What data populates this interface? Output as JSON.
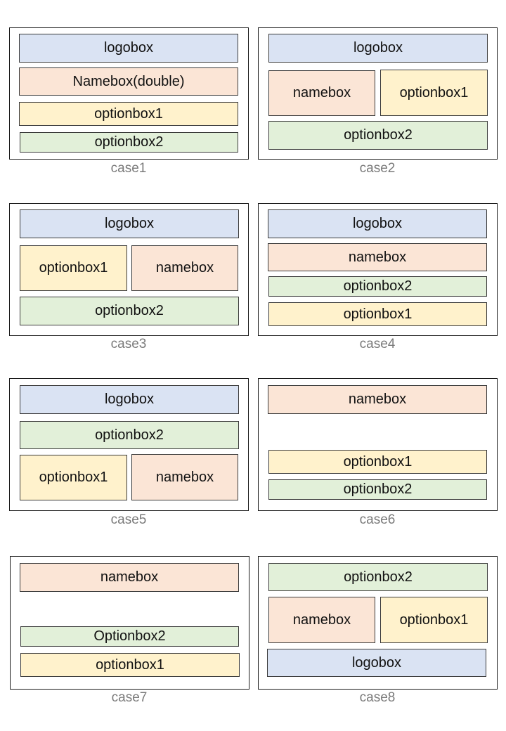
{
  "colors": {
    "logobox": "#dae3f3",
    "namebox": "#fbe5d6",
    "optionbox1": "#fff2cc",
    "optionbox2": "#e2f0d9",
    "frame_border": "#1a1a1a",
    "caption": "#7a7a7a"
  },
  "cases": [
    {
      "caption": "case1",
      "boxes": [
        {
          "type": "logobox",
          "label": "logobox"
        },
        {
          "type": "namebox",
          "label": "Namebox(double)"
        },
        {
          "type": "optionbox1",
          "label": "optionbox1"
        },
        {
          "type": "optionbox2",
          "label": "optionbox2"
        }
      ]
    },
    {
      "caption": "case2",
      "boxes": [
        {
          "type": "logobox",
          "label": "logobox"
        },
        {
          "type": "namebox",
          "label": "namebox"
        },
        {
          "type": "optionbox1",
          "label": "optionbox1"
        },
        {
          "type": "optionbox2",
          "label": "optionbox2"
        }
      ]
    },
    {
      "caption": "case3",
      "boxes": [
        {
          "type": "logobox",
          "label": "logobox"
        },
        {
          "type": "optionbox1",
          "label": "optionbox1"
        },
        {
          "type": "namebox",
          "label": "namebox"
        },
        {
          "type": "optionbox2",
          "label": "optionbox2"
        }
      ]
    },
    {
      "caption": "case4",
      "boxes": [
        {
          "type": "logobox",
          "label": "logobox"
        },
        {
          "type": "namebox",
          "label": "namebox"
        },
        {
          "type": "optionbox2",
          "label": "optionbox2"
        },
        {
          "type": "optionbox1",
          "label": "optionbox1"
        }
      ]
    },
    {
      "caption": "case5",
      "boxes": [
        {
          "type": "logobox",
          "label": "logobox"
        },
        {
          "type": "optionbox2",
          "label": "optionbox2"
        },
        {
          "type": "optionbox1",
          "label": "optionbox1"
        },
        {
          "type": "namebox",
          "label": "namebox"
        }
      ]
    },
    {
      "caption": "case6",
      "boxes": [
        {
          "type": "namebox",
          "label": "namebox"
        },
        {
          "type": "optionbox1",
          "label": "optionbox1"
        },
        {
          "type": "optionbox2",
          "label": "optionbox2"
        }
      ]
    },
    {
      "caption": "case7",
      "boxes": [
        {
          "type": "namebox",
          "label": "namebox"
        },
        {
          "type": "optionbox2",
          "label": "Optionbox2"
        },
        {
          "type": "optionbox1",
          "label": "optionbox1"
        }
      ]
    },
    {
      "caption": "case8",
      "boxes": [
        {
          "type": "optionbox2",
          "label": "optionbox2"
        },
        {
          "type": "namebox",
          "label": "namebox"
        },
        {
          "type": "optionbox1",
          "label": "optionbox1"
        },
        {
          "type": "logobox",
          "label": "logobox"
        }
      ]
    }
  ]
}
